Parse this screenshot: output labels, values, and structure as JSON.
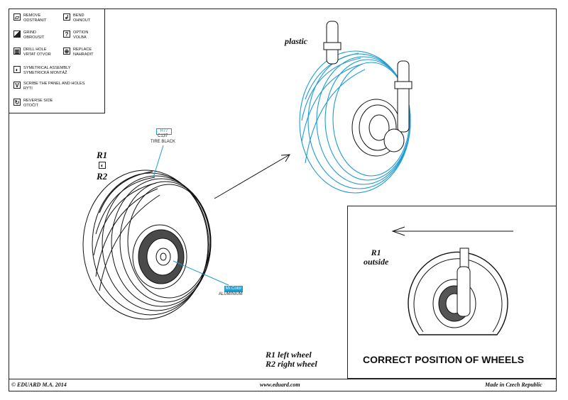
{
  "legend": {
    "items": [
      {
        "icon": "remove-icon",
        "text": "REMOVE\nODSTRANIT"
      },
      {
        "icon": "bend-icon",
        "text": "BEND\nOHNOUT"
      },
      {
        "icon": "grind-icon",
        "text": "GRIND\nOBROUSIT"
      },
      {
        "icon": "option-icon",
        "glyph": "?",
        "text": "OPTION\nVOLBA"
      },
      {
        "icon": "drill-hole-icon",
        "text": "DRILL HOLE\nVRTAT OTVOR"
      },
      {
        "icon": "replace-icon",
        "text": "REPLACE\nNAHRADIT"
      },
      {
        "icon": "symmetrical-assembly-icon",
        "text": "SYMETRICAL ASSEMBLY\nSYMETRICKÁ MONTÁŽ"
      },
      {
        "icon": "scribe-icon",
        "glyph": "V",
        "text": "SCRIBE THE PANEL AND HOLES\nRÝTI"
      },
      {
        "icon": "reverse-side-icon",
        "text": "REVERSE SIDE\nOTOČIT"
      }
    ]
  },
  "labels": {
    "plastic": "plastic",
    "r1": "R1",
    "r2": "R2",
    "r1_outside": "R1\noutside",
    "r1_left": "R1 left wheel",
    "r2_right": "R2 right wheel",
    "correct_position": "CORRECT POSITION OF WHEELS"
  },
  "callouts": {
    "tire_code1": "H77",
    "tire_code2": "C137",
    "tire_name": "TIRE BLACK",
    "hub_code": "Mr.Color",
    "hub_name": "ALUMINIUM"
  },
  "footer": {
    "left": "© EDUARD  M.A. 2014",
    "center": "www.eduard.com",
    "right": "Made in Czech Republic"
  },
  "colors": {
    "accent": "#1f9bd1",
    "ink": "#111111"
  }
}
